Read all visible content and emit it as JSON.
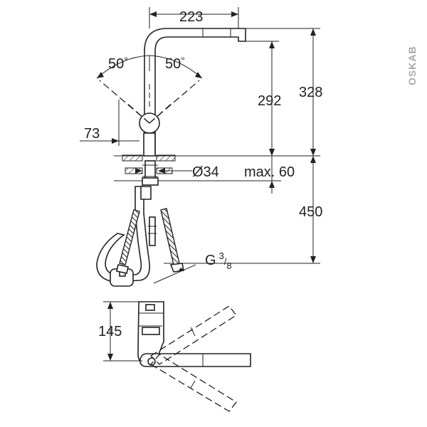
{
  "dimensions": {
    "spout_reach": "223",
    "swivel_left": "50",
    "swivel_right": "50",
    "degree_symbol": "°",
    "lever_offset": "73",
    "spout_height": "292",
    "total_height": "328",
    "hole_diameter": "Ø34",
    "counter_thickness": "max. 60",
    "hose_length": "450",
    "thread_prefix": "G",
    "thread_num": "3",
    "thread_den": "8",
    "base_height": "145"
  },
  "brand": {
    "watermark": "OSKAB"
  }
}
